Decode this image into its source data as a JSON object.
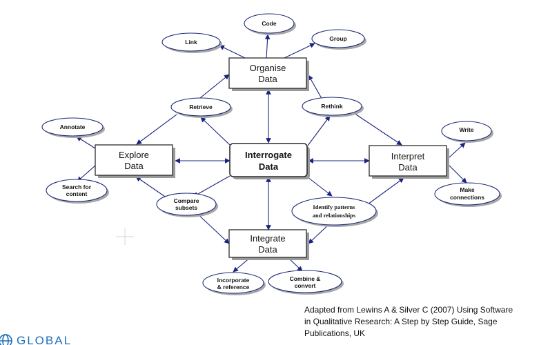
{
  "boxes": {
    "organise": [
      "Organise",
      "Data"
    ],
    "explore": [
      "Explore",
      "Data"
    ],
    "interrogate": [
      "Interrogate",
      "Data"
    ],
    "interpret": [
      "Interpret",
      "Data"
    ],
    "integrate": [
      "Integrate",
      "Data"
    ]
  },
  "ellipses": {
    "code": [
      "Code"
    ],
    "link": [
      "Link"
    ],
    "group": [
      "Group"
    ],
    "retrieve": [
      "Retrieve"
    ],
    "rethink": [
      "Rethink"
    ],
    "annotate": [
      "Annotate"
    ],
    "search": [
      "Search for",
      "content"
    ],
    "write": [
      "Write"
    ],
    "make_connections": [
      "Make",
      "connections"
    ],
    "compare": [
      "Compare",
      "subsets"
    ],
    "identify": [
      "Identify patterns",
      "and relationships"
    ],
    "incorporate": [
      "Incorporate",
      "& reference"
    ],
    "combine": [
      "Combine &",
      "convert"
    ]
  },
  "caption": {
    "line1": "Adapted from Lewins A & Silver C (2007) Using Software",
    "line2": "in Qualitative Research: A Step by Step Guide, Sage",
    "line3": "Publications, UK"
  },
  "logo": {
    "text": "GLOBAL",
    "color": "#1d6fb8"
  }
}
